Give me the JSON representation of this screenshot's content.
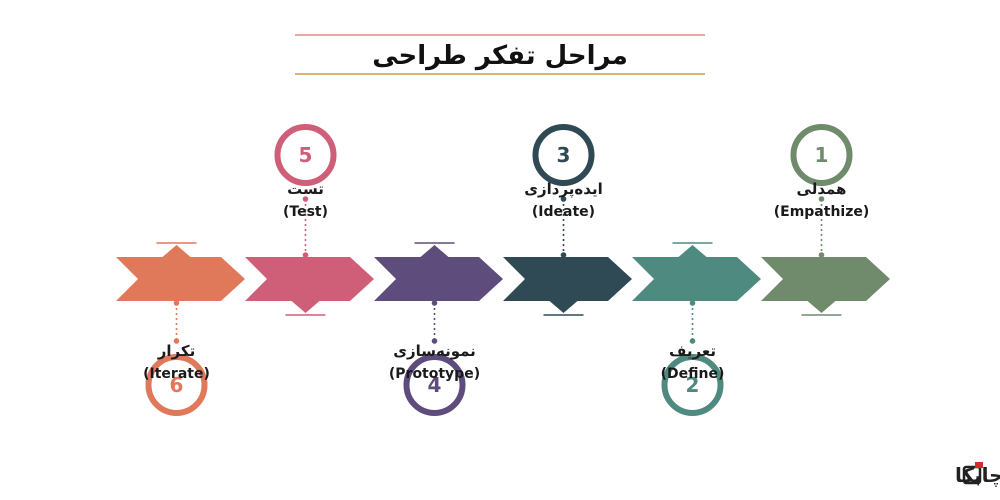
{
  "title": "مراحل تفکر طراحی",
  "colors": {
    "title_line_top": "#e6a9a9",
    "title_line_bottom": "#d9b56e"
  },
  "stages": [
    {
      "number": "1",
      "name": "همدلی",
      "english": "(Empathize)",
      "color": "#6f8b6b"
    },
    {
      "number": "2",
      "name": "تعریف",
      "english": "(Define)",
      "color": "#4f8a80"
    },
    {
      "number": "3",
      "name": "ایده‌پردازی",
      "english": "(Ideate)",
      "color": "#2f4a55"
    },
    {
      "number": "4",
      "name": "نمونه‌سازی",
      "english": "(Prototype)",
      "color": "#5e4d7c"
    },
    {
      "number": "5",
      "name": "تست",
      "english": "(Test)",
      "color": "#cf5e78"
    },
    {
      "number": "6",
      "name": "تکرار",
      "english": "(Iterate)",
      "color": "#e0795a"
    }
  ],
  "logo": {
    "text": "آکادمی چابکا"
  }
}
